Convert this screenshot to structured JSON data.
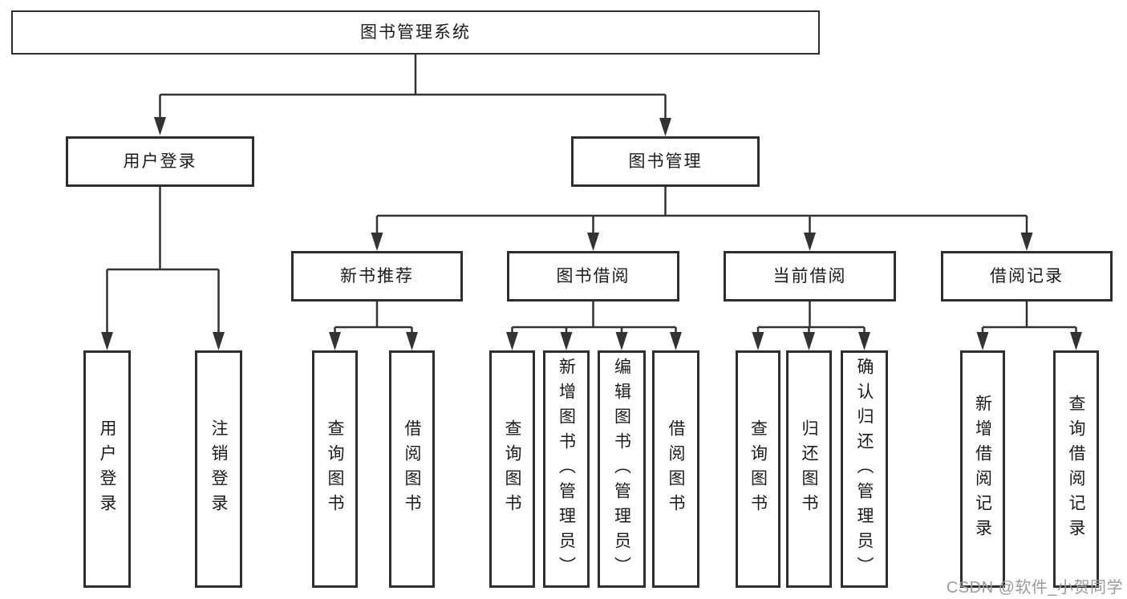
{
  "diagram": {
    "root": {
      "label": "图书管理系统"
    },
    "tree": {
      "user_login": {
        "label": "用户登录",
        "children": [
          "用户登录",
          "注销登录"
        ]
      },
      "book_management": {
        "label": "图书管理",
        "sections": {
          "new_book_recommend": {
            "label": "新书推荐",
            "children": [
              "查询图书",
              "借阅图书"
            ]
          },
          "book_borrowing": {
            "label": "图书借阅",
            "children": [
              "查询图书",
              "新增图书（管理员）",
              "编辑图书（管理员）",
              "借阅图书"
            ]
          },
          "current_borrowing": {
            "label": "当前借阅",
            "children": [
              "查询图书",
              "归还图书",
              "确认归还（管理员）"
            ]
          },
          "borrowing_records": {
            "label": "借阅记录",
            "children": [
              "新增借阅记录",
              "查询借阅记录"
            ]
          }
        }
      }
    },
    "watermark": {
      "text": "CSDN @软件_小贺同学"
    },
    "colors": {
      "background": "#ffffff",
      "box_border": "#2e2e2e",
      "connector_line": "#333333",
      "text": "#1b1b1b",
      "watermark_text": "#9b9b9b"
    }
  }
}
